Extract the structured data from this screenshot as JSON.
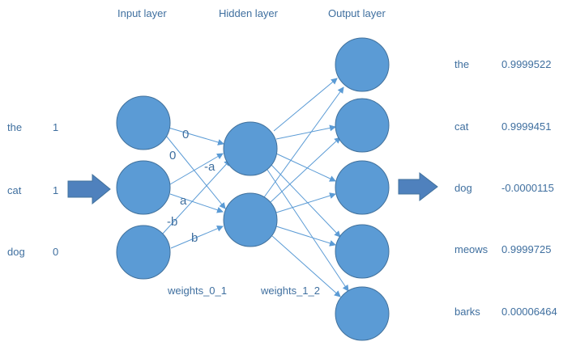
{
  "layers": {
    "input_label": "Input layer",
    "hidden_label": "Hidden layer",
    "output_label": "Output layer"
  },
  "inputs": [
    {
      "word": "the",
      "value": "1"
    },
    {
      "word": "cat",
      "value": "1"
    },
    {
      "word": "dog",
      "value": "0"
    }
  ],
  "outputs": [
    {
      "word": "the",
      "value": "0.9999522"
    },
    {
      "word": "cat",
      "value": "0.9999451"
    },
    {
      "word": "dog",
      "value": "-0.0000115"
    },
    {
      "word": "meows",
      "value": "0.9999725"
    },
    {
      "word": "barks",
      "value": "0.00006464"
    }
  ],
  "weights_0_1": {
    "label": "weights_0_1",
    "w_the_h1": "0",
    "w_the_h2": "0",
    "w_cat_h1": "-a",
    "w_cat_h2": "a",
    "w_dog_h1": "-b",
    "w_dog_h2": "b"
  },
  "weights_1_2": {
    "label": "weights_1_2"
  },
  "colors": {
    "node_fill": "#5b9bd5",
    "node_stroke": "#41719c",
    "edge": "#5b9bd5",
    "text": "#3f6f9f",
    "arrow_fill": "#4f81bd"
  }
}
